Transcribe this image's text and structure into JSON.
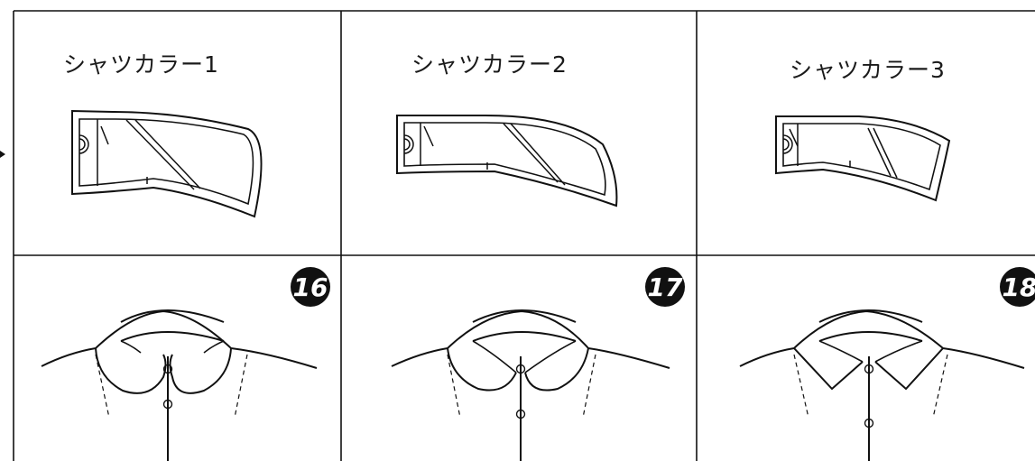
{
  "panels": [
    {
      "title": "シャツカラー1",
      "number": "16"
    },
    {
      "title": "シャツカラー2",
      "number": "17"
    },
    {
      "title": "シャツカラー3",
      "number": "18"
    }
  ]
}
